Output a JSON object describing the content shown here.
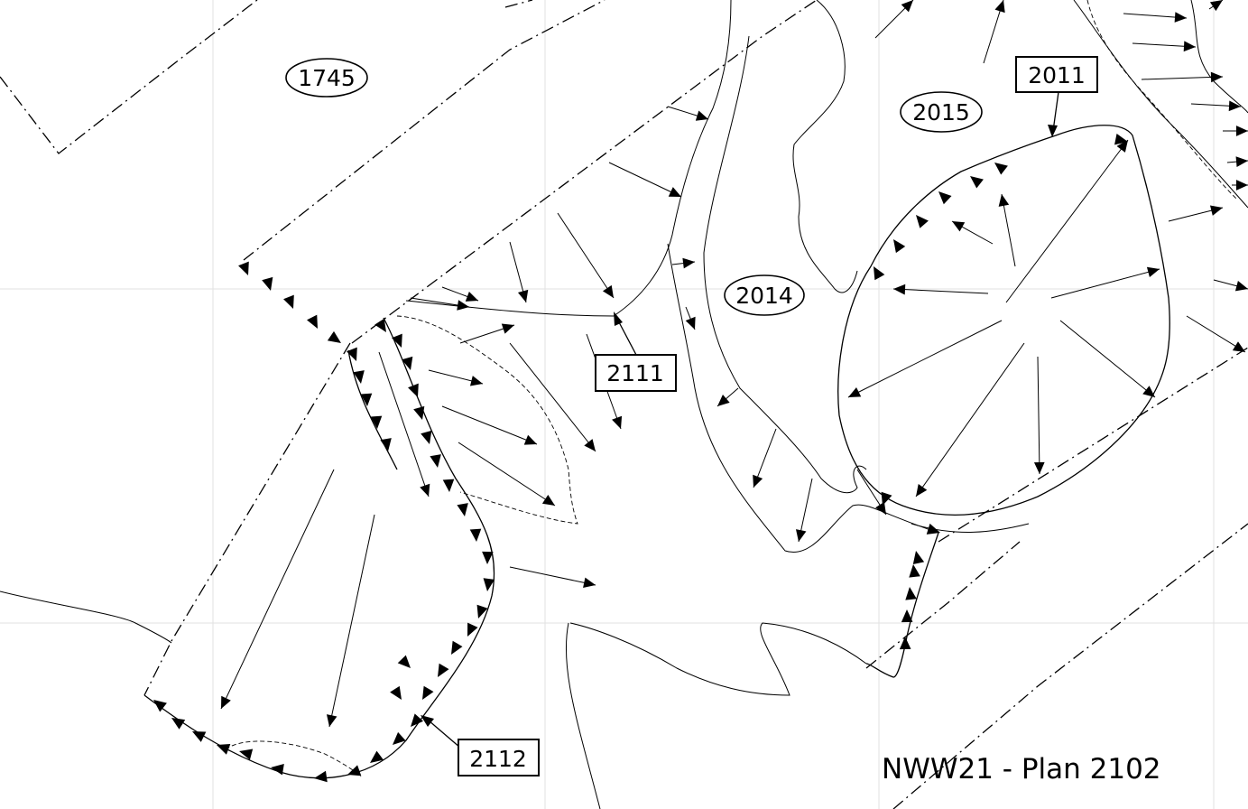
{
  "plan_title": "NWW21 - Plan 2102",
  "contexts": {
    "c1745": "1745",
    "c2015": "2015",
    "c2014": "2014",
    "c2011": "2011",
    "c2111": "2111",
    "c2112": "2112"
  }
}
